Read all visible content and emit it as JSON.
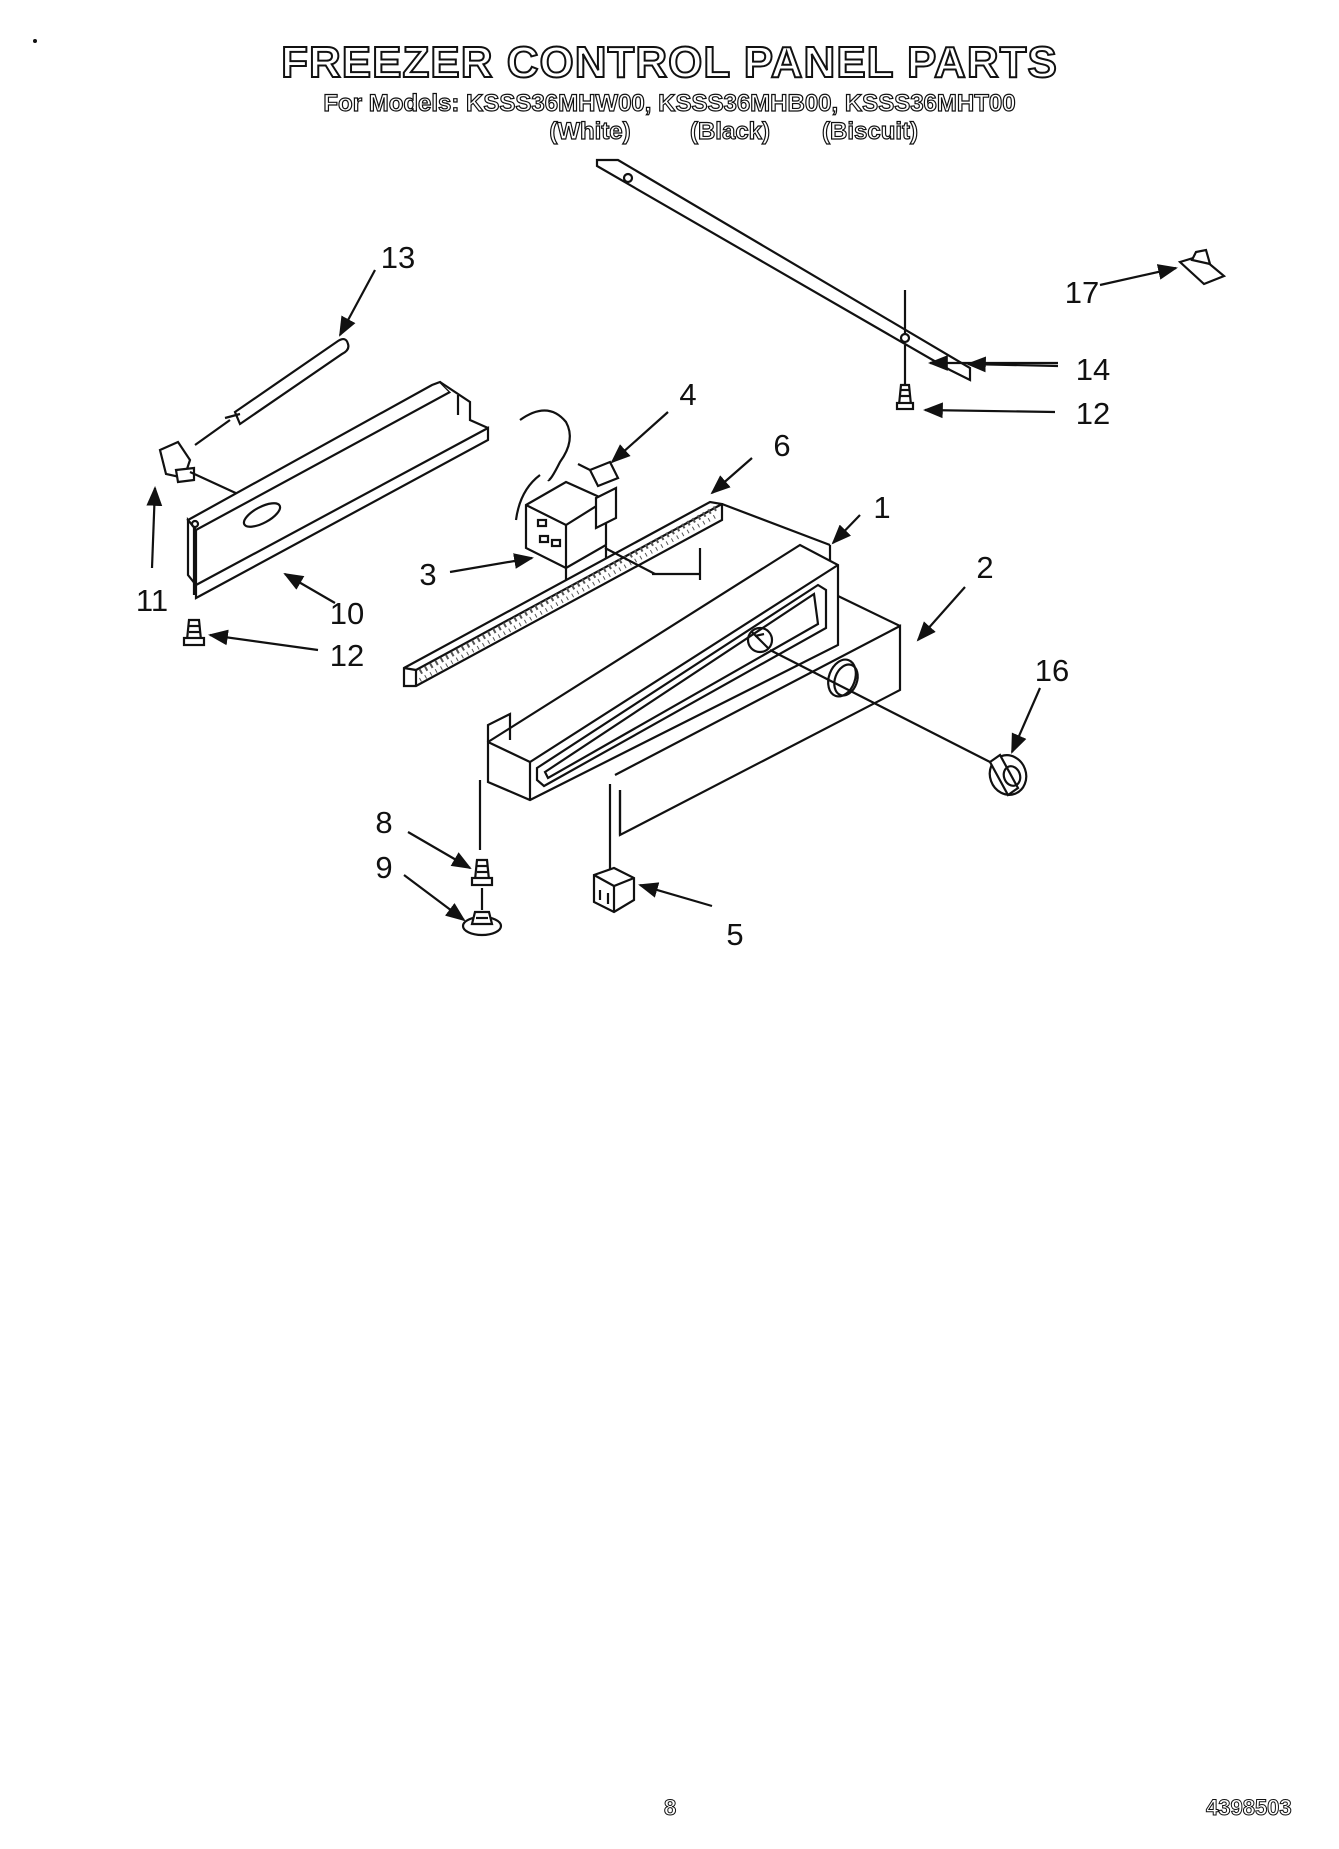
{
  "header": {
    "title": "FREEZER CONTROL PANEL PARTS",
    "models": "For Models: KSSS36MHW00, KSSS36MHB00, KSSS36MHT00",
    "variants": [
      "(White)",
      "(Black)",
      "(Biscuit)"
    ]
  },
  "callouts": {
    "c1": "1",
    "c2": "2",
    "c3": "3",
    "c4": "4",
    "c5": "5",
    "c6": "6",
    "c8": "8",
    "c9": "9",
    "c10": "10",
    "c11": "11",
    "c12a": "12",
    "c12b": "12",
    "c13": "13",
    "c14": "14",
    "c16": "16",
    "c17": "17"
  },
  "footer": {
    "page_number": "8",
    "doc_number": "4398503"
  }
}
